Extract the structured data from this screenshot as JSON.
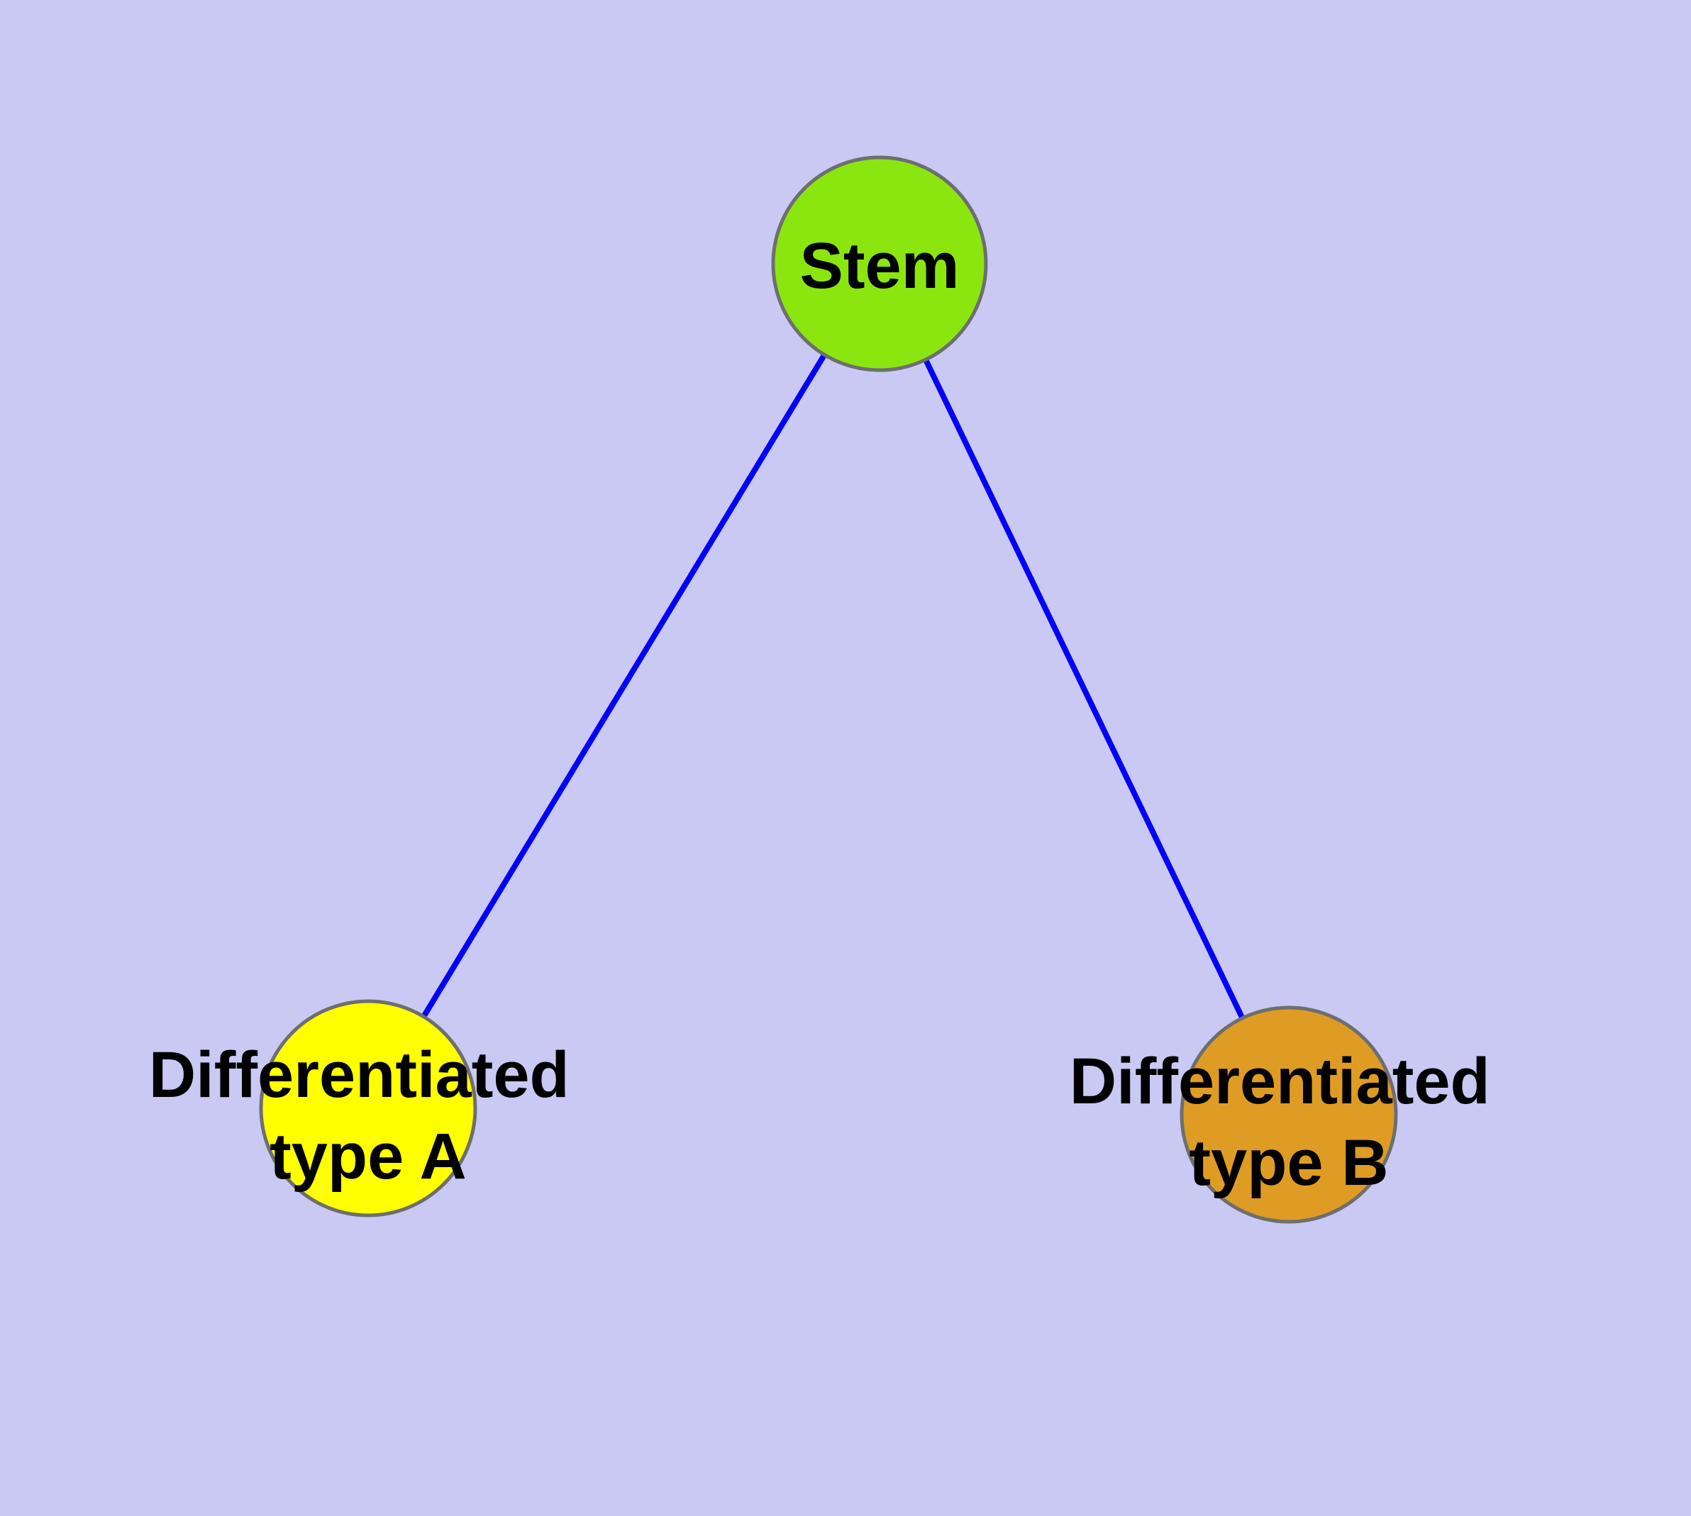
{
  "diagram": {
    "type": "node-link-graph",
    "description": "Cell differentiation lineage diagram: one stem node branching to two differentiated cell type nodes",
    "background_color": "#C9C9F4",
    "edge_color": "#0000FB",
    "node_border_color": "#6E6E6E",
    "nodes": [
      {
        "id": "stem",
        "label": "Stem",
        "label_line1": "Stem",
        "label_line2": "",
        "fill": "#8BE60F"
      },
      {
        "id": "typeA",
        "label": "Differentiated type A",
        "label_line1": "Differentiated",
        "label_line2": "type A",
        "fill": "#FFFF00"
      },
      {
        "id": "typeB",
        "label": "Differentiated type B",
        "label_line1": "Differentiated",
        "label_line2": "type B",
        "fill": "#DF9C24"
      }
    ],
    "edges": [
      {
        "from": "Stem",
        "to": "Differentiated type A"
      },
      {
        "from": "Stem",
        "to": "Differentiated type B"
      }
    ]
  }
}
